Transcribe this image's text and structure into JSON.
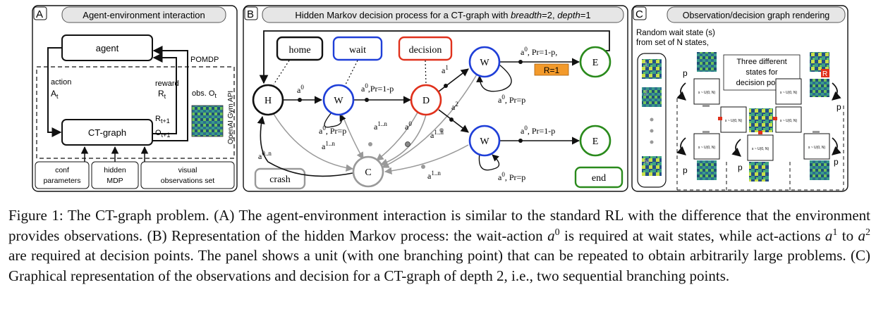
{
  "panel_a": {
    "letter": "A",
    "title": "Agent-environment interaction",
    "agent": "agent",
    "ctgraph": "CT-graph",
    "action_label": "action",
    "action_sym": "A",
    "action_sub": "t",
    "reward_label": "reward",
    "reward_sym": "R",
    "reward_sub": "t",
    "r_next_sym": "R",
    "r_next_sub": "t+1",
    "o_next_sym": "O",
    "o_next_sub": "t+1",
    "pomdp": "POMDP",
    "obs_label": "obs. O",
    "obs_sub": "t",
    "gym_api": "OpenAI Gym API",
    "inputs": [
      {
        "line1": "conf",
        "line2": "parameters"
      },
      {
        "line1": "hidden",
        "line2": "MDP"
      },
      {
        "line1": "visual",
        "line2": "observations set"
      }
    ]
  },
  "panel_b": {
    "letter": "B",
    "title_main": "Hidden Markov decision process for a CT-graph with ",
    "title_ital1": "breadth",
    "title_mid": "=2, ",
    "title_ital2": "depth",
    "title_end": "=1",
    "legend": {
      "home": "home",
      "wait": "wait",
      "decision": "decision",
      "crash": "crash",
      "end": "end"
    },
    "nodes": {
      "h": "H",
      "w": "W",
      "d": "D",
      "c": "C",
      "e": "E"
    },
    "reward_box": "R=1",
    "labels": {
      "a0": "a",
      "a0_sup": "0",
      "a0_pr_1p_a": "a",
      "a0_pr_1p_sup": "0",
      "a0_pr_1p_tail": ",Pr=1-p",
      "a0_pr_p": ", Pr=p",
      "a0_pr_1p_comma": ", Pr=1-p,",
      "a0_pr_1p_plain": ", Pr=1-p",
      "a1": "a",
      "a1_sup": "1",
      "a2_sup": "2",
      "a1n_sup": "1..n",
      "a0n_sup": "0..n",
      "a1n_base": "a",
      "a0n_base": "a"
    }
  },
  "panel_c": {
    "letter": "C",
    "title": "Observation/decision graph rendering",
    "random_text_1": "Random wait state (s)",
    "random_text_2": "from set of N states,",
    "three_1": "Three different",
    "three_2": "states for",
    "three_3": "decision points",
    "state_labels": [
      "1",
      "2",
      "N"
    ],
    "p": "p",
    "uniform": "s ~ U(0, N)",
    "reward_tag": "R"
  },
  "caption": {
    "s1": "Figure 1: The CT-graph problem. (A) The agent-environment interaction is similar to the standard RL with the difference",
    "s2": "that the environment provides observations. (B) Representation of the hidden Markov process: the wait-action ",
    "s2_var": "a",
    "s2_sup": "0",
    "s2_tail": " is required",
    "s3": "at wait states, while act-actions ",
    "s3_var1": "a",
    "s3_sup1": "1",
    "s3_mid": " to ",
    "s3_var2": "a",
    "s3_sup2": "2",
    "s3_tail": " are required at decision points. The panel shows a unit (with one branching point)",
    "s4": "that can be repeated to obtain arbitrarily large problems. (C) Graphical representation of the observations and decision for a",
    "s5": "CT-graph of depth 2, i.e., two sequential branching points."
  }
}
